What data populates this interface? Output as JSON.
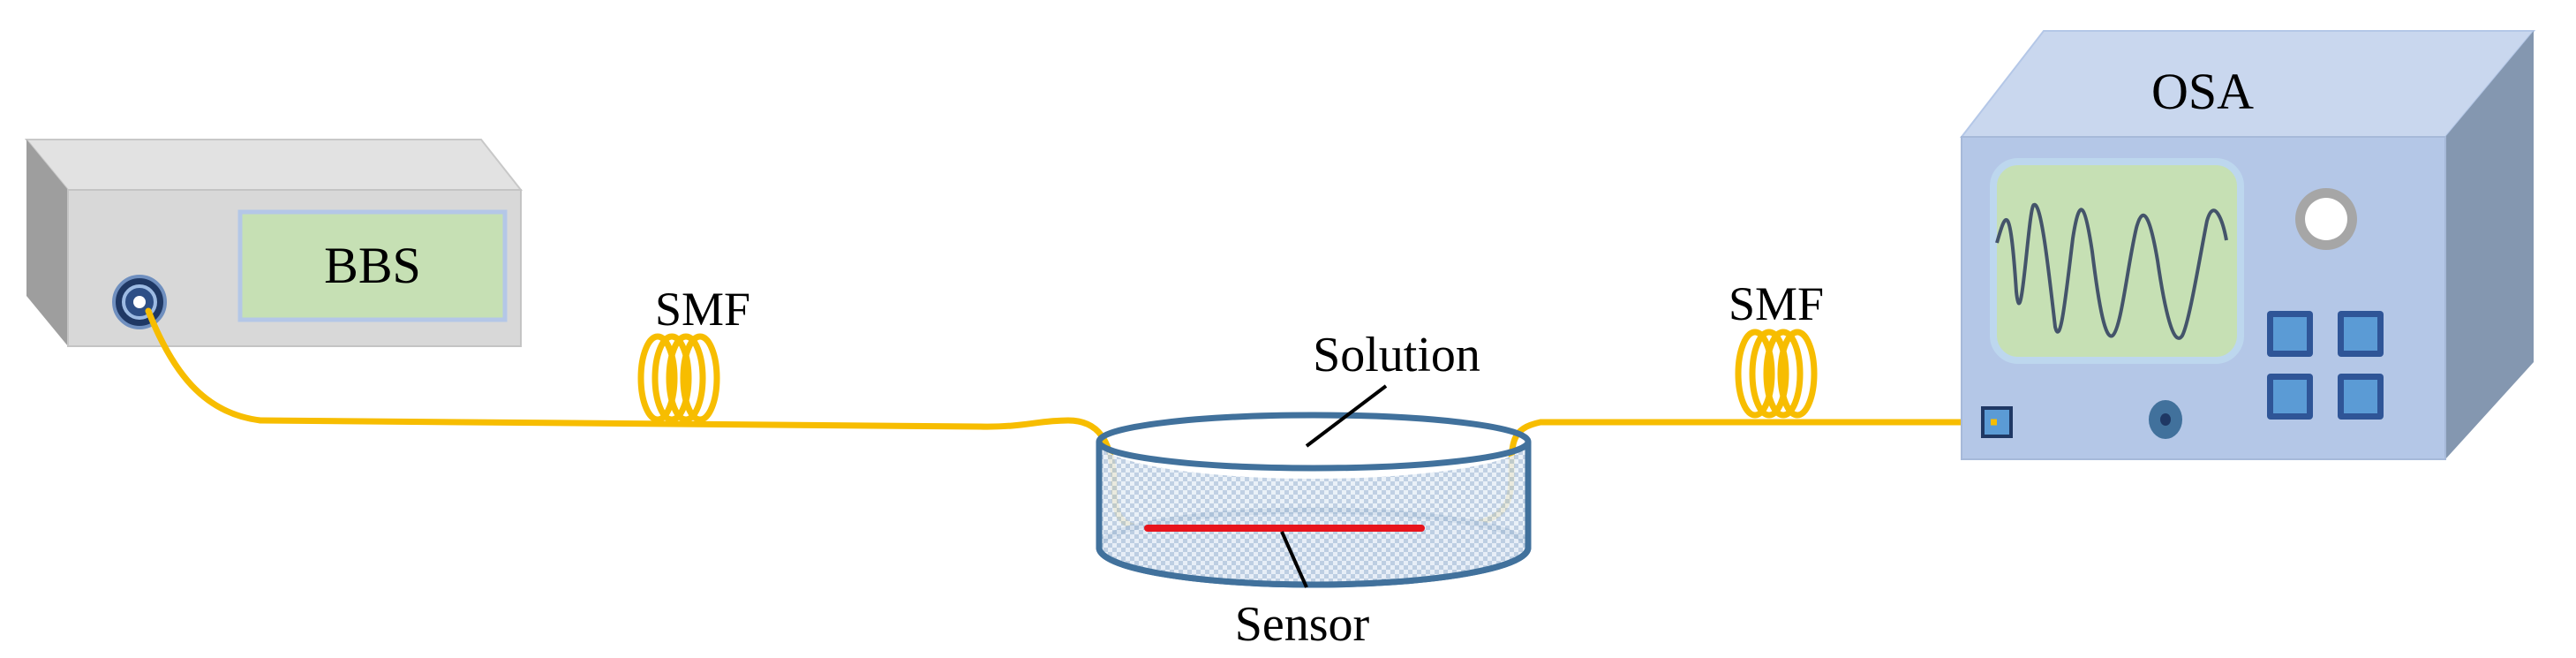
{
  "labels": {
    "bbs": "BBS",
    "osa": "OSA",
    "smf_left": "SMF",
    "smf_right": "SMF",
    "solution": "Solution",
    "sensor": "Sensor"
  },
  "colors": {
    "fiber": "#f7bd00",
    "sensor_line": "#e8141c",
    "bbs_body": "#d8d8d8",
    "bbs_screen": "#c6e0b4",
    "osa_body": "#b4c7e7",
    "osa_screen": "#c6e0b4",
    "waveform": "#44546a",
    "dish_outline": "#41719c",
    "solution_fill": "#dde8f4",
    "osa_button": "#5b9bd5"
  }
}
